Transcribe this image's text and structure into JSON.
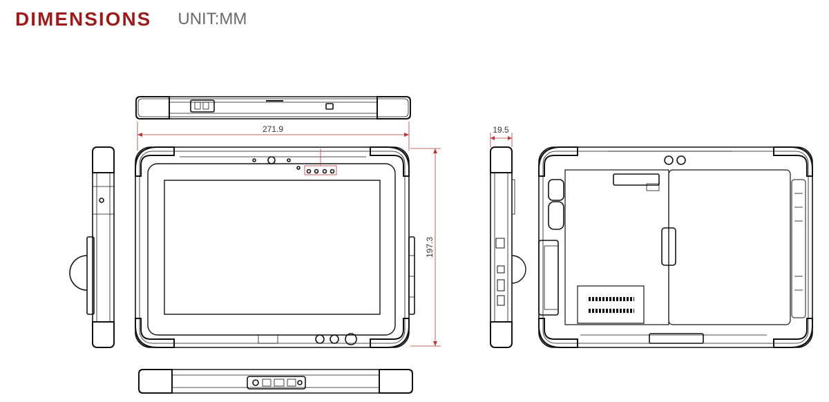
{
  "header": {
    "title": "DIMENSIONS",
    "unit": "UNIT:MM"
  },
  "dimensions": {
    "width": "271.9",
    "height": "197.3",
    "depth": "19.5"
  },
  "colors": {
    "accent": "#9b1c1c",
    "dim_line": "#b23a3a",
    "outline": "#111111",
    "unit_text": "#6a6a6a"
  }
}
